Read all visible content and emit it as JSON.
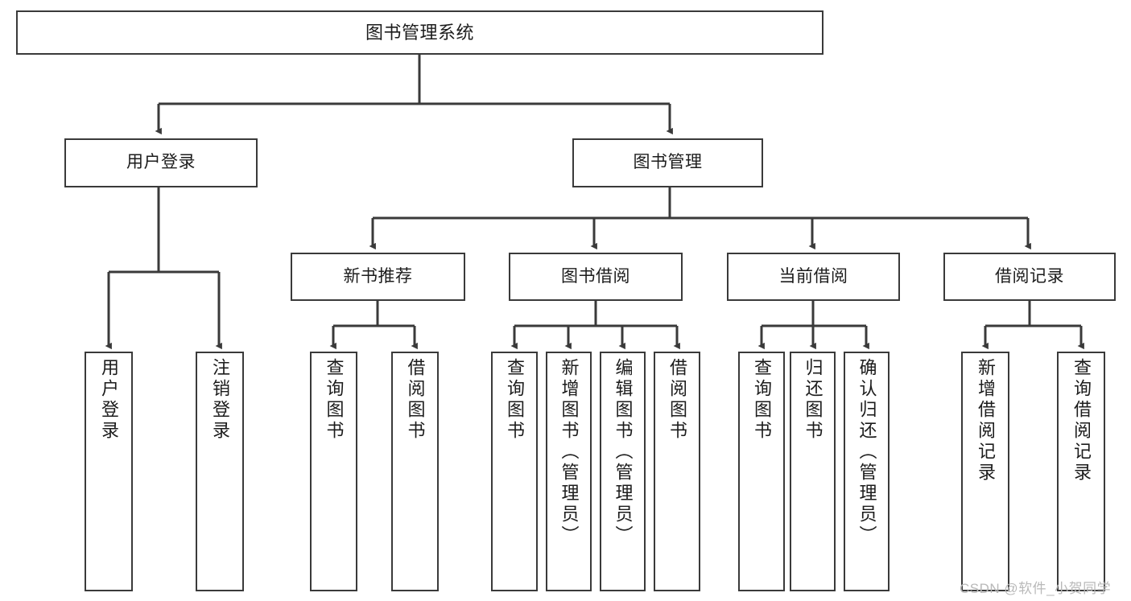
{
  "diagram": {
    "type": "tree",
    "title": "图书管理系统",
    "stroke_color": "#3a3a3a",
    "text_color": "#1c1c1c",
    "background": "#ffffff"
  },
  "root": {
    "label": "图书管理系统"
  },
  "level2": [
    {
      "label": "用户登录"
    },
    {
      "label": "图书管理"
    }
  ],
  "level3": [
    {
      "label": "新书推荐"
    },
    {
      "label": "图书借阅"
    },
    {
      "label": "当前借阅"
    },
    {
      "label": "借阅记录"
    }
  ],
  "leaves": {
    "user_login": [
      {
        "label": "用户登录"
      },
      {
        "label": "注销登录"
      }
    ],
    "new_book_recommend": [
      {
        "label": "查询图书"
      },
      {
        "label": "借阅图书"
      }
    ],
    "book_borrow": [
      {
        "label": "查询图书"
      },
      {
        "label": "新增图书（管理员）"
      },
      {
        "label": "编辑图书（管理员）"
      },
      {
        "label": "借阅图书"
      }
    ],
    "current_borrow": [
      {
        "label": "查询图书"
      },
      {
        "label": "归还图书"
      },
      {
        "label": "确认归还（管理员）"
      }
    ],
    "borrow_records": [
      {
        "label": "新增借阅记录"
      },
      {
        "label": "查询借阅记录"
      }
    ]
  },
  "watermark": {
    "text": "CSDN @软件_小贺同学",
    "color": "#b9b9b9"
  }
}
